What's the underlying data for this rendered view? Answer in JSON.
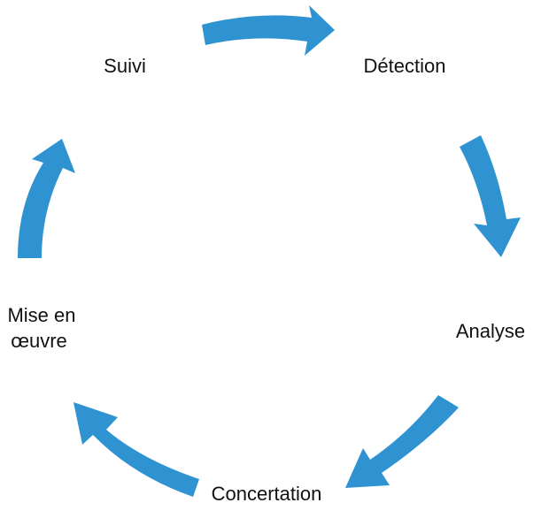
{
  "diagram": {
    "type": "cycle",
    "arrow_color": "#2f93d1",
    "text_color": "#111111",
    "stages": [
      {
        "id": "suivi",
        "lines": [
          "Suivi"
        ]
      },
      {
        "id": "detection",
        "lines": [
          "Détection"
        ]
      },
      {
        "id": "analyse",
        "lines": [
          "Analyse"
        ]
      },
      {
        "id": "concertation",
        "lines": [
          "Concertation"
        ]
      },
      {
        "id": "mise-en-oeuvre",
        "lines": [
          "Mise en",
          "œuvre"
        ]
      }
    ]
  }
}
